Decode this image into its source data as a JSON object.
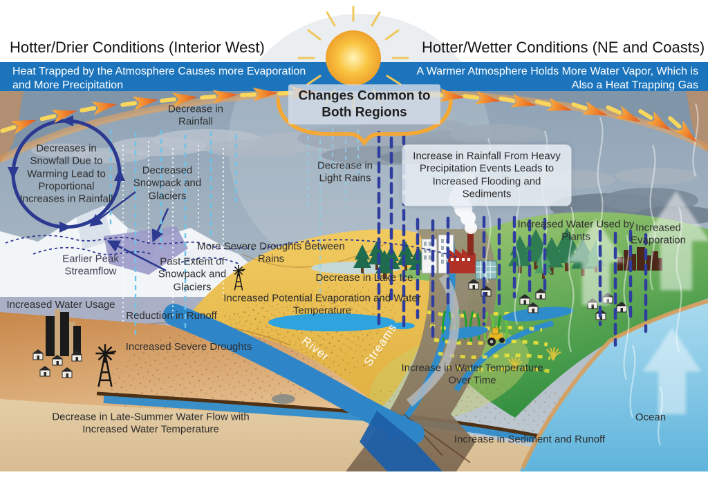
{
  "header": {
    "title_left": "Hotter/Drier Conditions (Interior West)",
    "title_right": "Hotter/Wetter Conditions (NE and Coasts)",
    "banner_left": "Heat Trapped by the Atmosphere Causes more Evaporation and More Precipitation",
    "banner_right": "A Warmer Atmosphere Holds More Water Vapor, Which is Also a Heat Trapping Gas",
    "center_box": "Changes Common to Both Regions"
  },
  "labels": {
    "decrease_rainfall": "Decrease in Rainfall",
    "snowfall_cycle": "Decreases in Snowfall Due to Warming  Lead to Proportional Increases in Rainfall",
    "decreased_snowpack": "Decreased Snowpack and Glaciers",
    "decrease_light_rains": "Decrease in Light Rains",
    "heavy_precip_box": "Increase in Rainfall From Heavy Precipitation Events Leads to Increased Flooding and Sediments",
    "increased_water_plants": "Increased Water Used by Plants",
    "increased_evaporation": "Increased Evaporation",
    "more_severe_droughts": "More Severe Droughts Between Rains",
    "earlier_peak_streamflow": "Earlier Peak Streamflow",
    "past_extent": "Past Extent of Snowpack and Glaciers",
    "decrease_lake_ice": "Decrease in Lake Ice",
    "increased_potential_evaporation": "Increased Potential Evaporation and Water Temperature",
    "increased_water_usage": "Increased Water Usage",
    "reduction_in_runoff": "Reduction in Runoff",
    "increased_severe_droughts": "Increased Severe Droughts",
    "river": "River",
    "streams": "Streams",
    "increase_water_temperature": "Increase in Water Temperature Over Time",
    "decrease_late_summer": "Decrease in Late-Summer Water Flow with Increased Water Temperature",
    "increase_sediment_runoff": "Increase in Sediment and Runoff",
    "ocean": "Ocean"
  },
  "colors": {
    "banner_blue": "#1C75BC",
    "arrow_orange": "#F26A21",
    "heavy_rain_blue": "#2F3E9E",
    "light_rain_blue": "#6CC4EA",
    "cycle_blue": "#2B3990",
    "ocean_blue": "#7FC3E2",
    "desert_tan": "#D59A5B",
    "valley_gold": "#EFC75E",
    "field_green": "#57A345",
    "sun_yellow": "#F9C440"
  }
}
